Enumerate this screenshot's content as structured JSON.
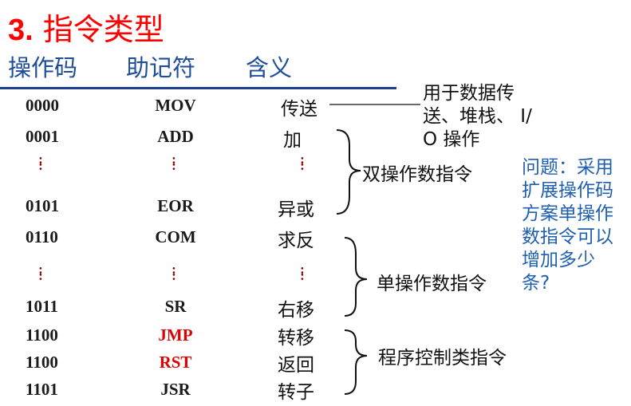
{
  "title": {
    "number": "3.",
    "text": "指令类型"
  },
  "headers": {
    "opcode": "操作码",
    "mnemonic": "助记符",
    "meaning": "含义"
  },
  "rows": [
    {
      "code": "0000",
      "mnemonic": "MOV",
      "meaning": "传送",
      "highlight": false
    },
    {
      "code": "0001",
      "mnemonic": "ADD",
      "meaning": "加",
      "highlight": false
    },
    {
      "code": "0101",
      "mnemonic": "EOR",
      "meaning": "异或",
      "highlight": false
    },
    {
      "code": "0110",
      "mnemonic": "COM",
      "meaning": "求反",
      "highlight": false
    },
    {
      "code": "1011",
      "mnemonic": "SR",
      "meaning": "右移",
      "highlight": false
    },
    {
      "code": "1100",
      "mnemonic": "JMP",
      "meaning": "转移",
      "highlight": true
    },
    {
      "code": "1100",
      "mnemonic": "RST",
      "meaning": "返回",
      "highlight": true
    },
    {
      "code": "1101",
      "mnemonic": "JSR",
      "meaning": "转子",
      "highlight": false
    }
  ],
  "ellipsis": ":",
  "annotations": {
    "mov_note": [
      "用于数据传",
      "送、堆栈、 I/",
      "O 操作"
    ],
    "double_operand": "双操作数指令",
    "single_operand": "单操作数指令",
    "program_control": "程序控制类指令"
  },
  "question": [
    "问题：采用",
    "扩展操作码",
    "方案单操作",
    "数指令可以",
    "增加多少",
    "条?"
  ],
  "colors": {
    "title": "#ff0000",
    "header": "#1f4e99",
    "question": "#1f5fb0",
    "highlight": "#e00000"
  }
}
